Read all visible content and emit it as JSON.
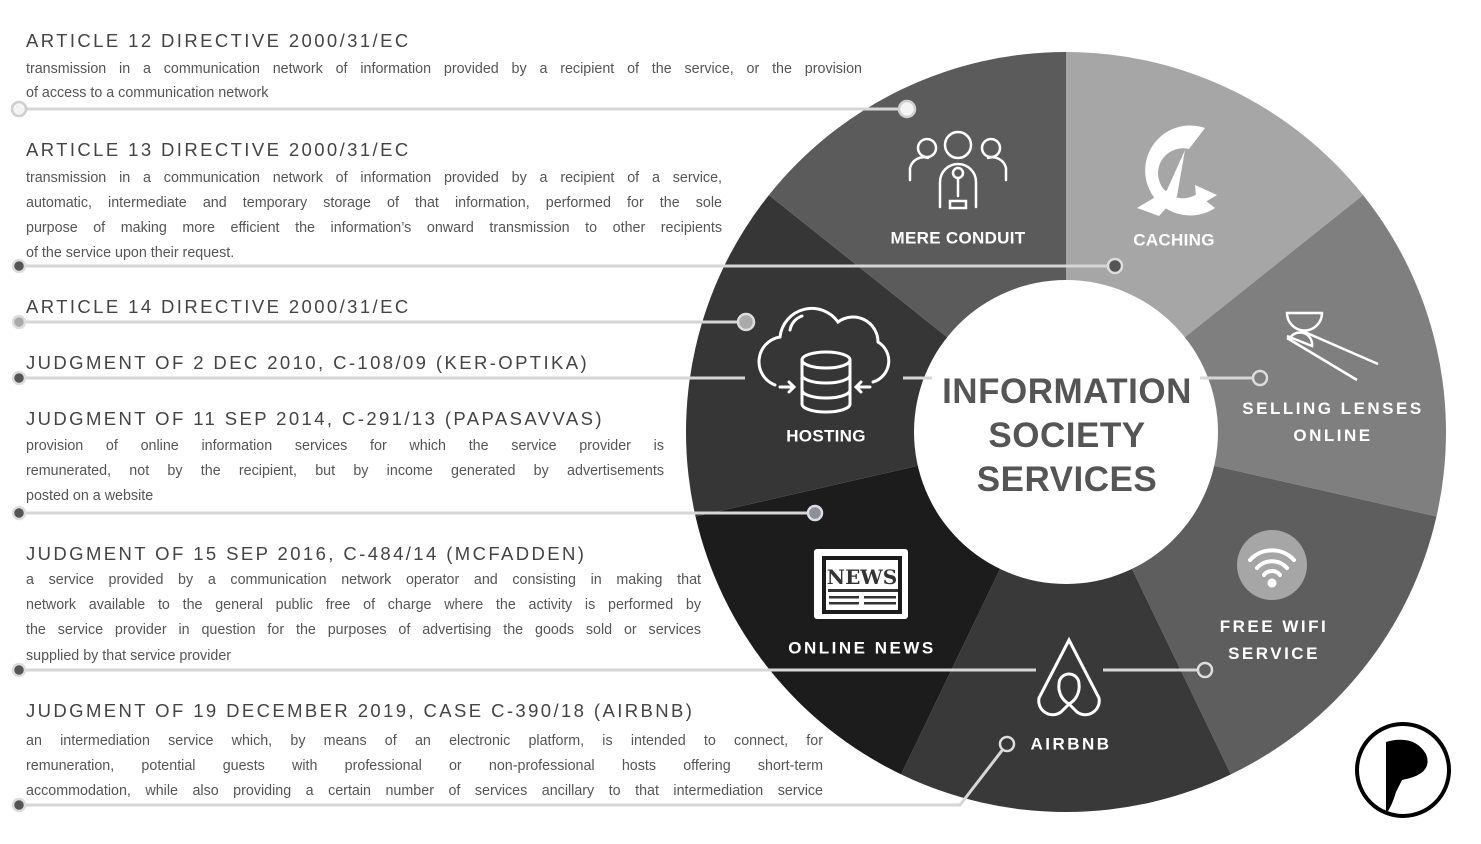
{
  "entries": [
    {
      "heading": "ARTICLE 12 DIRECTIVE 2000/31/EC",
      "lines": [
        "transmission in a communication network of information provided by a recipient of the service, or the provision",
        "of access to a communication network"
      ]
    },
    {
      "heading": "ARTICLE 13 DIRECTIVE 2000/31/EC",
      "lines": [
        "transmission in a communication network of information provided by a recipient of a service,",
        "automatic, intermediate and temporary storage of that information, performed for the sole",
        "purpose of making more efficient the information’s onward transmission to other recipients",
        "of the service upon their request."
      ]
    },
    {
      "heading": "ARTICLE 14 DIRECTIVE 2000/31/EC",
      "lines": []
    },
    {
      "heading": "JUDGMENT OF 2 DEC 2010, C-108/09 (KER-OPTIKA)",
      "lines": []
    },
    {
      "heading": "JUDGMENT OF 11 SEP 2014, C-291/13 (PAPASAVVAS)",
      "lines": [
        "provision of online information services for which the service provider is",
        "remunerated, not by the recipient, but by income generated by advertisements",
        "posted on a website"
      ]
    },
    {
      "heading": "JUDGMENT OF 15 SEP 2016, C-484/14 (MCFADDEN)",
      "lines": [
        "a service provided by a communication network operator and consisting in making that",
        "network available to the general public free of charge where the activity is performed by",
        "the service provider in question for the purposes of advertising the goods sold or services",
        "supplied by that service provider"
      ]
    },
    {
      "heading": "JUDGMENT OF 19 DECEMBER 2019, CASE C-390/18 (AIRBNB)",
      "lines": [
        "an intermediation service which, by means of an electronic platform, is intended to connect, for",
        "remuneration, potential guests with professional or non-professional hosts offering short-term",
        "accommodation, while also providing a certain number of services ancillary to that intermediation service"
      ]
    }
  ],
  "center": {
    "line1": "INFORMATION",
    "line2": "SOCIETY",
    "line3": "SERVICES"
  },
  "segments": [
    {
      "id": "caching",
      "label1": "CACHING",
      "label2": "",
      "icon": "broom-cache-icon",
      "color": "#a6a6a6"
    },
    {
      "id": "selling-lenses-online",
      "label1": "SELLING LENSES",
      "label2": "ONLINE",
      "icon": "contact-lens-icon",
      "color": "#7f7f7f"
    },
    {
      "id": "free-wifi-service",
      "label1": "FREE WIFI",
      "label2": "SERVICE",
      "icon": "wifi-icon",
      "color": "#5e5e5e"
    },
    {
      "id": "airbnb",
      "label1": "AIRBNB",
      "label2": "",
      "icon": "airbnb-logo-icon",
      "color": "#393939"
    },
    {
      "id": "online-news",
      "label1": "ONLINE NEWS",
      "label2": "",
      "icon": "newspaper-icon",
      "color": "#1c1c1c"
    },
    {
      "id": "hosting",
      "label1": "HOSTING",
      "label2": "",
      "icon": "cloud-database-icon",
      "color": "#363636"
    },
    {
      "id": "mere-conduit",
      "label1": "MERE CONDUIT",
      "label2": "",
      "icon": "people-network-icon",
      "color": "#5b5b5b"
    }
  ],
  "news_icon_text": "NEWS",
  "colors": {
    "heading": "#444444",
    "body": "#555555",
    "connector": "#d9d9d9",
    "center_text": "#555555"
  }
}
